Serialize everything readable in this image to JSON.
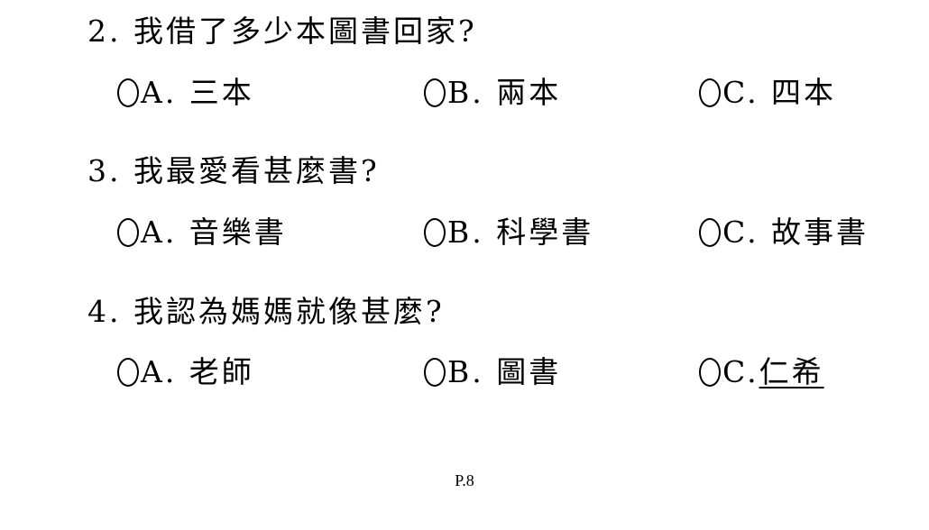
{
  "questions": [
    {
      "number_text": "2. 我借了多少本圖書回家?",
      "options": [
        {
          "label": "A. 三本"
        },
        {
          "label": "B. 兩本"
        },
        {
          "label": "C. 四本"
        }
      ]
    },
    {
      "number_text": "3. 我最愛看甚麼書?",
      "options": [
        {
          "label": "A. 音樂書"
        },
        {
          "label": "B. 科學書"
        },
        {
          "label": "C. 故事書"
        }
      ]
    },
    {
      "number_text": "4. 我認為媽媽就像甚麼?",
      "options": [
        {
          "label": "A. 老師"
        },
        {
          "label": "B. 圖書"
        },
        {
          "label": "C. ",
          "answer": "仁希"
        }
      ]
    }
  ],
  "page_number": "P.8"
}
